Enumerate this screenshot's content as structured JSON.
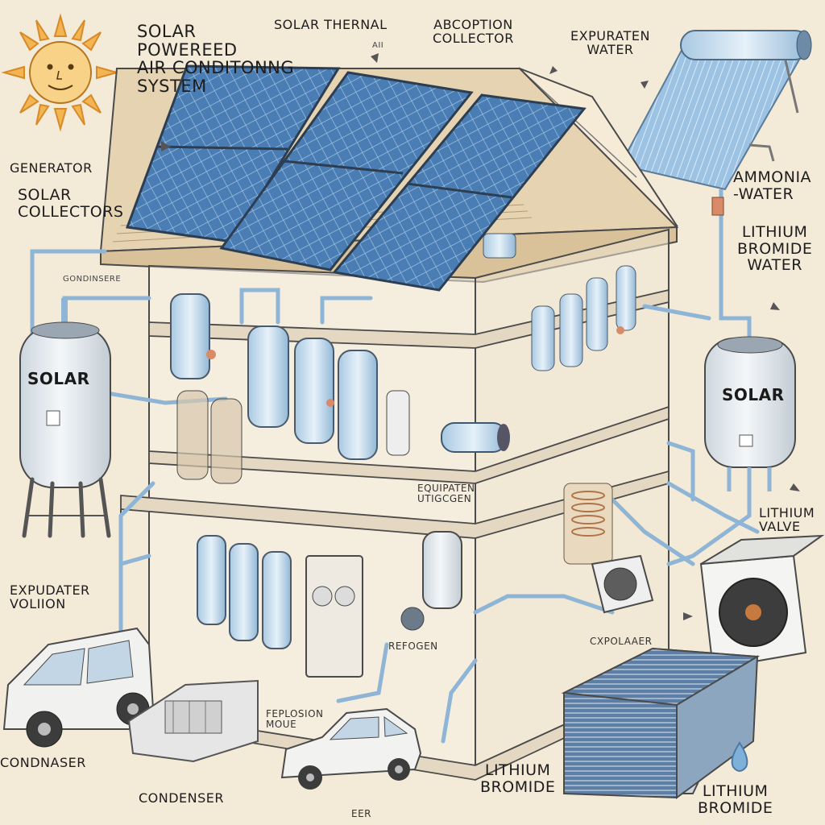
{
  "title": [
    "SOLAR",
    "POWEREED",
    "AIR CONDITONNG",
    "SYSTEM"
  ],
  "labels": {
    "solar_thermal": "SOLAR THERNAL",
    "solar_thermal_sub": "AII",
    "abcoption_collector": [
      "ABCOPTION",
      "COLLECTOR"
    ],
    "expuraten_water": [
      "EXPURATEN",
      "WATER"
    ],
    "generator": "GENERATOR",
    "solar_collectors": [
      "SOLAR",
      "COLLECTORS"
    ],
    "gondinsere": "GONDINSERE",
    "ammonia_water": [
      "AMMONIA",
      "-WATER"
    ],
    "lithium_bromide_water": [
      "LITHIUM",
      "BROMIDE",
      "WATER"
    ],
    "solar_left": "SOLAR",
    "solar_right": "SOLAR",
    "lithium_valve": [
      "LITHIUM",
      "VALVE"
    ],
    "expudater_volion": [
      "EXPUDATER",
      "VOLIION"
    ],
    "equipaten": [
      "EQUIPATEN",
      "UTIGCGEN"
    ],
    "refongen": "REFOGEN",
    "cxpolader": "CXPOLAAER",
    "condnaser": "CONDNASER",
    "condenser": "CONDENSER",
    "feplosion": [
      "FEPLOSION",
      "MOUE"
    ],
    "lithium_bromide_center": [
      "LITHIUM",
      "BROMIDE"
    ],
    "lithium_bromide_right": [
      "LITHIUM",
      "BROMIDE"
    ],
    "eer": "EER"
  },
  "colors": {
    "background": "#f3ead8",
    "panel": "#3f6fa0",
    "pipe": "#8fb5d6",
    "tank": "#e9eef2",
    "ink": "#4a4a4a",
    "sun": "#e8a23c"
  }
}
